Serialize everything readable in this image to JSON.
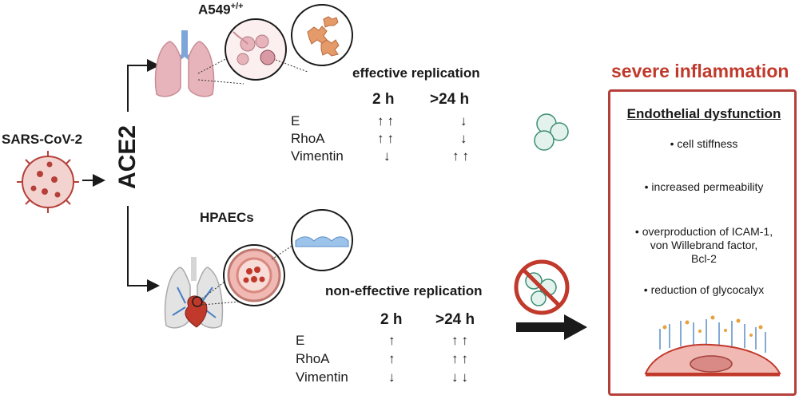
{
  "virus": {
    "label": "SARS-CoV-2"
  },
  "receptor": {
    "label": "ACE2"
  },
  "top_branch": {
    "cell_label": "A549",
    "cell_sup": "+/+",
    "replication_title": "effective replication",
    "col_early": "2 h",
    "col_late": ">24 h",
    "rows": [
      {
        "label": "E",
        "early": "↑↑",
        "late": "↓"
      },
      {
        "label": "RhoA",
        "early": "↑↑",
        "late": "↓"
      },
      {
        "label": "Vimentin",
        "early": "↓",
        "late": "↑↑"
      }
    ]
  },
  "bottom_branch": {
    "cell_label": "HPAECs",
    "replication_title": "non-effective replication",
    "col_early": "2 h",
    "col_late": ">24 h",
    "rows": [
      {
        "label": "E",
        "early": "↑",
        "late": "↑↑"
      },
      {
        "label": "RhoA",
        "early": "↑",
        "late": "↑↑"
      },
      {
        "label": "Vimentin",
        "early": "↓",
        "late": "↓↓"
      }
    ]
  },
  "outcome": {
    "title": "severe inflammation",
    "box_title": "Endothelial dysfunction",
    "bullets": [
      "cell stiffness",
      "increased permeability",
      "overproduction of ICAM-1,",
      "von Willebrand factor,",
      "Bcl-2",
      "reduction of glycocalyx"
    ]
  },
  "colors": {
    "accent_red": "#c0392b",
    "box_border": "#b5403a",
    "virus_red": "#b5403a",
    "virus_green": "#3d8f74",
    "lung_pink": "#e8b4bc",
    "trachea_blue": "#7ea6d8"
  }
}
